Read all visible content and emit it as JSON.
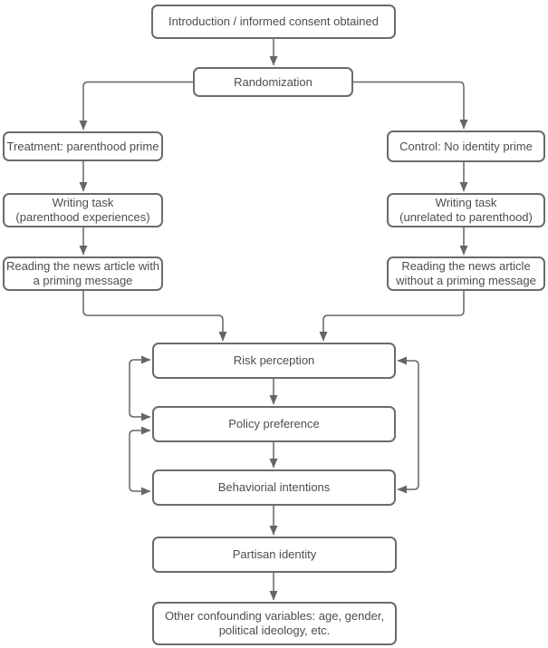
{
  "diagram": {
    "type": "flowchart",
    "nodes": {
      "intro": {
        "label": "Introduction / informed consent obtained"
      },
      "randomization": {
        "label": "Randomization"
      },
      "treatment": {
        "label": "Treatment: parenthood prime"
      },
      "writing_treatment": {
        "label": "Writing task\n(parenthood experiences)"
      },
      "reading_treatment": {
        "label": "Reading the news article with\na priming message"
      },
      "control": {
        "label": "Control: No identity prime"
      },
      "writing_control": {
        "label": "Writing task\n(unrelated to parenthood)"
      },
      "reading_control": {
        "label": "Reading the news article\nwithout a priming message"
      },
      "risk": {
        "label": "Risk perception"
      },
      "policy": {
        "label": "Policy preference"
      },
      "behavioral": {
        "label": "Behaviorial intentions"
      },
      "partisan": {
        "label": "Partisan identity"
      },
      "confounders": {
        "label": "Other confounding variables: age, gender,\npolitical ideology, etc."
      }
    },
    "edges": [
      {
        "from": "intro",
        "to": "randomization",
        "directed": true
      },
      {
        "from": "randomization",
        "to": "treatment",
        "directed": true
      },
      {
        "from": "randomization",
        "to": "control",
        "directed": true
      },
      {
        "from": "treatment",
        "to": "writing_treatment",
        "directed": true
      },
      {
        "from": "writing_treatment",
        "to": "reading_treatment",
        "directed": true
      },
      {
        "from": "control",
        "to": "writing_control",
        "directed": true
      },
      {
        "from": "writing_control",
        "to": "reading_control",
        "directed": true
      },
      {
        "from": "reading_treatment",
        "to": "risk",
        "directed": true
      },
      {
        "from": "reading_control",
        "to": "risk",
        "directed": true
      },
      {
        "from": "risk",
        "to": "policy",
        "directed": true
      },
      {
        "from": "policy",
        "to": "behavioral",
        "directed": true
      },
      {
        "from": "behavioral",
        "to": "partisan",
        "directed": true
      },
      {
        "from": "partisan",
        "to": "confounders",
        "directed": true
      },
      {
        "from": "risk",
        "to": "policy",
        "bidirectional": true,
        "side": "left"
      },
      {
        "from": "policy",
        "to": "behavioral",
        "bidirectional": true,
        "side": "left"
      },
      {
        "from": "risk",
        "to": "behavioral",
        "bidirectional": true,
        "side": "right"
      }
    ],
    "colors": {
      "box_border": "#6b6b6b",
      "connector": "#666666",
      "text": "#4d4d4d",
      "background": "#ffffff"
    }
  }
}
